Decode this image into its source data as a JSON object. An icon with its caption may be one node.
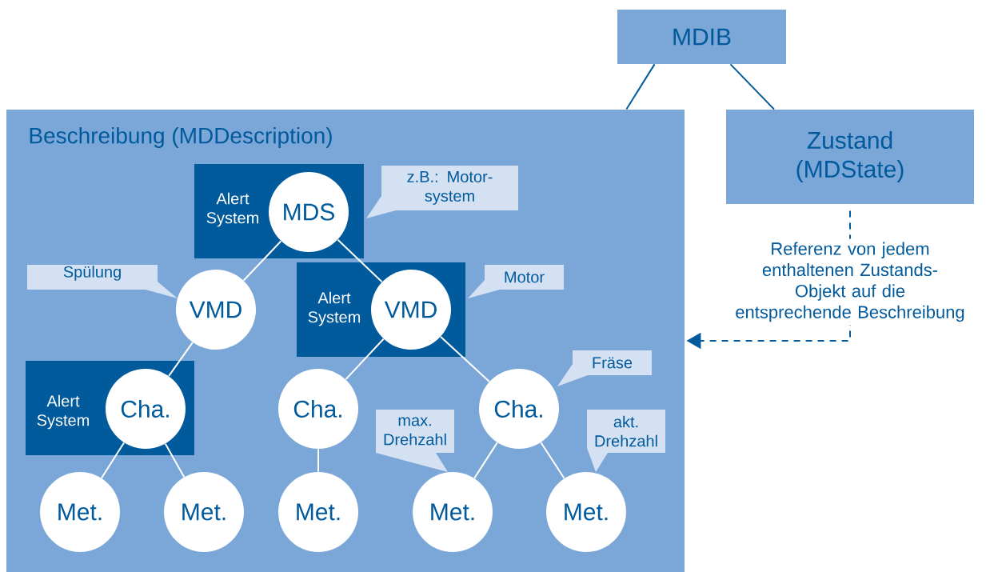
{
  "diagram": {
    "nodes": [
      {
        "text": [
          "MDIB"
        ]
      },
      {
        "text": [
          "Beschreibung (MDDescription)"
        ]
      },
      {
        "text": [
          "Zustand (MDState)"
        ]
      },
      {
        "text": [
          "Alert System"
        ],
        "in": 1
      },
      {
        "text": [
          "z.B.: Motor-system"
        ],
        "in": 1
      },
      {
        "text": [
          "Spülung"
        ],
        "in": 1
      },
      {
        "text": [
          "MDS"
        ],
        "in": 3
      },
      {
        "text": [
          "Alert System"
        ],
        "in": 1
      },
      {
        "text": [
          "VMD"
        ],
        "in": 1
      },
      {
        "text": [
          "VMD"
        ],
        "in": 7
      },
      {
        "text": [
          "Motor"
        ],
        "in": 1
      },
      {
        "text": [
          "Alert System"
        ],
        "in": 1
      },
      {
        "text": [
          "Fräse"
        ],
        "in": 1
      },
      {
        "text": [
          "Cha."
        ],
        "in": 11
      },
      {
        "text": [
          "Cha."
        ],
        "in": 1
      },
      {
        "text": [
          "Cha."
        ],
        "in": 1
      },
      {
        "text": [
          "max. Drehzahl"
        ],
        "in": 1
      },
      {
        "text": [
          "akt. Drehzahl"
        ],
        "in": 1
      },
      {
        "text": [
          "Met."
        ],
        "in": 1
      },
      {
        "text": [
          "Met."
        ],
        "in": 1
      },
      {
        "text": [
          "Met."
        ],
        "in": 1
      },
      {
        "text": [
          "Met."
        ],
        "in": 1
      },
      {
        "text": [
          "Met."
        ],
        "in": 1
      }
    ],
    "edges": [
      {
        "from": 0,
        "to": 1,
        "arrow": "none",
        "color": "#005a9c"
      },
      {
        "from": 0,
        "to": 2,
        "arrow": "none",
        "color": "#005a9c"
      },
      {
        "from": 6,
        "to": 8,
        "arrow": "none"
      },
      {
        "from": 6,
        "to": 9,
        "arrow": "none"
      },
      {
        "from": 8,
        "to": 13,
        "arrow": "none"
      },
      {
        "from": 9,
        "to": 14,
        "arrow": "none"
      },
      {
        "from": 9,
        "to": 15,
        "arrow": "none"
      },
      {
        "from": 13,
        "to": 18,
        "arrow": "none"
      },
      {
        "from": 13,
        "to": 19,
        "arrow": "none"
      },
      {
        "from": 14,
        "to": 20,
        "arrow": "none"
      },
      {
        "from": 15,
        "to": 21,
        "arrow": "none"
      },
      {
        "from": 15,
        "to": 22,
        "arrow": "none"
      },
      {
        "from": 2,
        "to": 1,
        "arrow": "to",
        "style": "dashed",
        "color": "#005a9c",
        "label": "Referenz von jedem enthaltenen Zustands-Objekt auf die entsprechende Beschreibung"
      }
    ]
  }
}
